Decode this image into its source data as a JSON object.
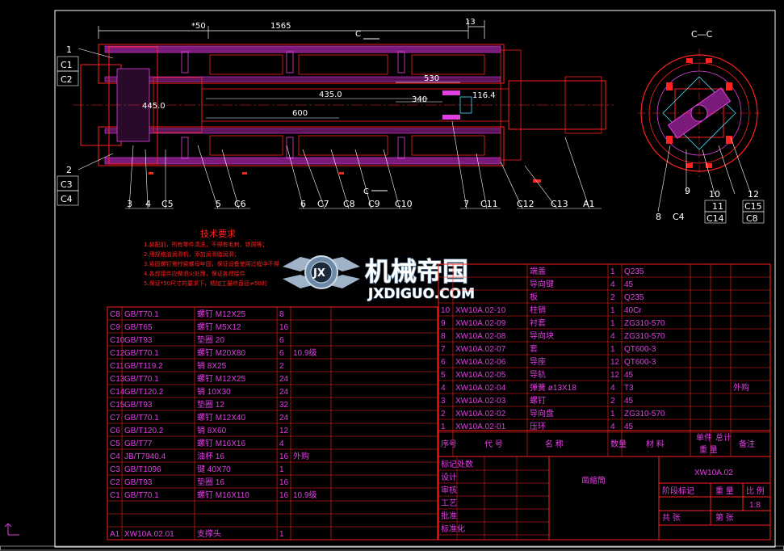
{
  "drawing": {
    "dims": {
      "d_50": "*50",
      "d_1565": "1565",
      "d_13": "13",
      "d_530": "530",
      "d_435": "435.0",
      "d_340": "340",
      "d_116": "116.4",
      "d_445": "445.0",
      "d_600": "600"
    },
    "section_label": "C—C",
    "section_marks": [
      "C",
      "C"
    ],
    "callouts_left": [
      "1",
      "C1",
      "C2",
      "2",
      "C3",
      "C4"
    ],
    "callouts_bottom": [
      "3",
      "4",
      "C5",
      "5",
      "C6",
      "6",
      "C7",
      "C8",
      "C9",
      "C10",
      "7",
      "C11",
      "C12",
      "C13",
      "A1"
    ],
    "callouts_section": [
      "8",
      "C4",
      "9",
      "10",
      "C14",
      "11",
      "12",
      "C15",
      "C8"
    ]
  },
  "tech": {
    "title": "技术要求",
    "lines": [
      "1.装配前，所有零件清洗，不得有毛刺、铁屑等；",
      "2.用规格油润滑机，添加润滑脂润滑；",
      "3.紧固螺钉需拧紧螺母牢固，保证设备使用过程中不得",
      "4.各焊接件应做退火处理，保证各焊接件",
      "5.保证*50尺寸的要求下，精加工最终直径≠50的"
    ]
  },
  "logo": {
    "text": "机械帝国",
    "sub": "JXDIGUO.COM",
    "emblem": "JX"
  },
  "parts_left": [
    [
      "C8",
      "GB/T70.1",
      "螺钉 M12X25",
      "8",
      ""
    ],
    [
      "C9",
      "GB/T65",
      "螺钉 M5X12",
      "16",
      ""
    ],
    [
      "C10",
      "GB/T93",
      "垫圈 20",
      "6",
      ""
    ],
    [
      "C12",
      "GB/T70.1",
      "螺钉 M20X80",
      "6",
      "10.9级"
    ],
    [
      "C11",
      "GB/T119.2",
      "销 8X25",
      "2",
      ""
    ],
    [
      "C13",
      "GB/T70.1",
      "螺钉 M12X25",
      "24",
      ""
    ],
    [
      "C14",
      "GB/T120.2",
      "销 10X30",
      "24",
      ""
    ],
    [
      "C15",
      "GB/T93",
      "垫圈 12",
      "32",
      ""
    ],
    [
      "C7",
      "GB/T70.1",
      "螺钉 M12X40",
      "24",
      ""
    ],
    [
      "C6",
      "GB/T120.2",
      "销 8X60",
      "12",
      ""
    ],
    [
      "C5",
      "GB/T77",
      "螺钉 M16X16",
      "4",
      ""
    ],
    [
      "C4",
      "JB/T7940.4",
      "油杯 16",
      "16",
      "外购"
    ],
    [
      "C3",
      "GB/T1096",
      "键 40X70",
      "1",
      ""
    ],
    [
      "C2",
      "GB/T93",
      "垫圈 16",
      "16",
      ""
    ],
    [
      "C1",
      "GB/T70.1",
      "螺钉 M16X110",
      "16",
      "10.9级"
    ],
    [
      "",
      "",
      "",
      "",
      ""
    ],
    [
      "",
      "",
      "",
      "",
      ""
    ],
    [
      "A1",
      "XW10A.02.01",
      "支撑头",
      "1",
      ""
    ]
  ],
  "parts_right_top": [
    [
      "",
      "",
      "端盖",
      "1",
      "Q235",
      ""
    ],
    [
      "",
      "",
      "导向键",
      "4",
      "45",
      ""
    ],
    [
      "",
      "",
      "板",
      "2",
      "Q235",
      ""
    ],
    [
      "10",
      "XW10A.02-10",
      "柱销",
      "1",
      "40Cr",
      ""
    ],
    [
      "9",
      "XW10A.02-09",
      "衬套",
      "1",
      "ZG310-570",
      ""
    ],
    [
      "8",
      "XW10A.02-08",
      "导向块",
      "4",
      "ZG310-570",
      ""
    ],
    [
      "7",
      "XW10A.02-07",
      "套",
      "1",
      "QT600-3",
      ""
    ],
    [
      "6",
      "XW10A.02-06",
      "导座",
      "12",
      "QT600-3",
      ""
    ],
    [
      "5",
      "XW10A.02-05",
      "导轨",
      "12",
      "45",
      ""
    ],
    [
      "4",
      "XW10A.02-04",
      "弹簧 ø13X18",
      "4",
      "T3",
      "外购"
    ],
    [
      "3",
      "XW10A.02-03",
      "螺钉",
      "2",
      "45",
      ""
    ],
    [
      "2",
      "XW10A.02-02",
      "导向盘",
      "1",
      "ZG310-570",
      ""
    ],
    [
      "1",
      "XW10A.02-01",
      "压环",
      "4",
      "45",
      ""
    ]
  ],
  "parts_header": {
    "seq": "序号",
    "code": "代 号",
    "name": "名 称",
    "qty": "数量",
    "material": "材 料",
    "unit_weight": "单件",
    "total_weight": "总计",
    "weight": "重 量",
    "remark": "备注"
  },
  "title_block": {
    "drawing_no": "XW10A.02",
    "part_name": "凿缩筒",
    "labels": [
      "标记处数",
      "设计",
      "审核",
      "工艺",
      "批准",
      "标准化"
    ],
    "stage": "阶段标记",
    "weight": "重 量",
    "scale": "比 例",
    "scale_value": "1:8",
    "sheets": "共   张",
    "sheet": "第   张"
  },
  "colors": {
    "outline": "#ff2020",
    "part": "#e040e0",
    "dim": "#ffffff",
    "hatch": "#e040e0",
    "center": "#ff2020",
    "accent": "#ff3030",
    "cyan": "#40e0ff"
  }
}
